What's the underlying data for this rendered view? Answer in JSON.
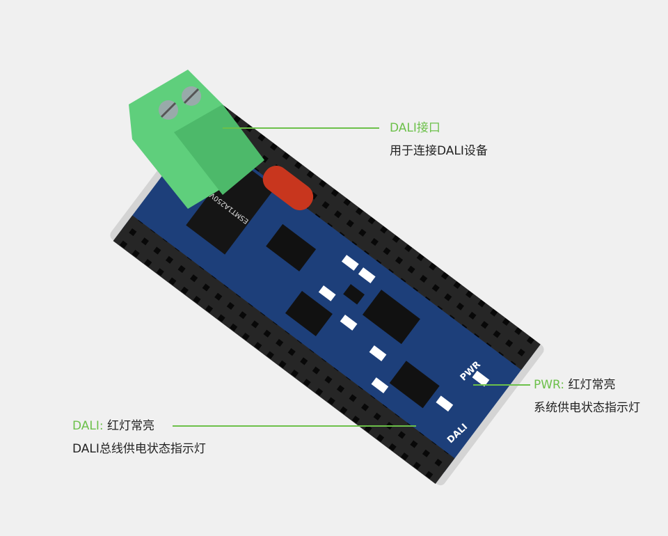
{
  "colors": {
    "accent": "#6cc04a",
    "background": "#f0f0f0",
    "pcb": "#1d3f7a",
    "header": "#1e1e1e",
    "terminal": "#5fcf7c",
    "capacitor": "#c8361e"
  },
  "board_labels": {
    "pwr": "PWR",
    "dali": "DALI",
    "part_marking": "ESMT1A250V"
  },
  "callouts": {
    "dali_port": {
      "title": "DALI接口",
      "desc": "用于连接DALI设备"
    },
    "pwr": {
      "key": "PWR:",
      "title": "红灯常亮",
      "desc": "系统供电状态指示灯"
    },
    "dali": {
      "key": "DALI:",
      "title": "红灯常亮",
      "desc": "DALI总线供电状态指示灯"
    }
  }
}
